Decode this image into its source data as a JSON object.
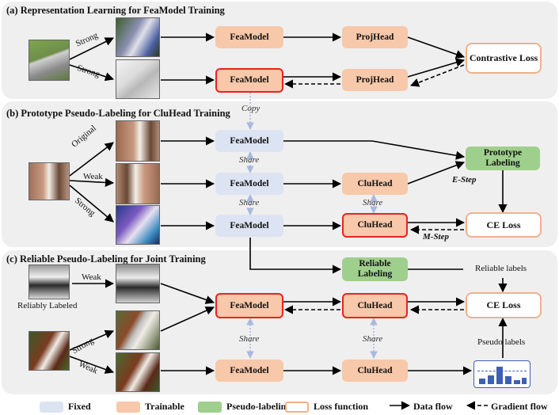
{
  "panels": {
    "a": {
      "title": "(a) Representation Learning for FeaModel Training"
    },
    "b": {
      "title": "(b) Prototype Pseudo-Labeling for CluHead Training"
    },
    "c": {
      "title": "(c) Reliable Pseudo-Labeling for Joint Training"
    }
  },
  "nodes": {
    "feamodel": "FeaModel",
    "projhead": "ProjHead",
    "cluhead": "CluHead",
    "contrastive_loss": "Contrastive Loss",
    "prototype_labeling": "Prototype Labeling",
    "ce_loss": "CE Loss",
    "reliable_labeling": "Reliable Labeling"
  },
  "labels": {
    "strong": "Strong",
    "weak": "Weak",
    "original": "Original",
    "copy": "Copy",
    "share": "Share",
    "e_step": "E-Step",
    "m_step": "M-Step",
    "reliably_labeled": "Reliably Labeled",
    "reliable_labels": "Reliable labels",
    "pseudo_labels": "Pseudo labels"
  },
  "legend": {
    "fixed": "Fixed",
    "trainable": "Trainable",
    "pseudo_labeling": "Pseudo-labeling",
    "loss_function": "Loss function",
    "data_flow": "Data flow",
    "gradient_flow": "Gradient flow"
  },
  "colors": {
    "fixed": "#dce3f2",
    "trainable": "#f7c8a9",
    "pseudo_labeling": "#9fcf8c",
    "loss_border": "#eeb28c",
    "highlight": "#e8231f",
    "share_arrow": "#a9b8dd",
    "histogram": "#3e5fb5"
  },
  "icons": [
    "husky-image",
    "dog-image",
    "histogram-icon"
  ]
}
